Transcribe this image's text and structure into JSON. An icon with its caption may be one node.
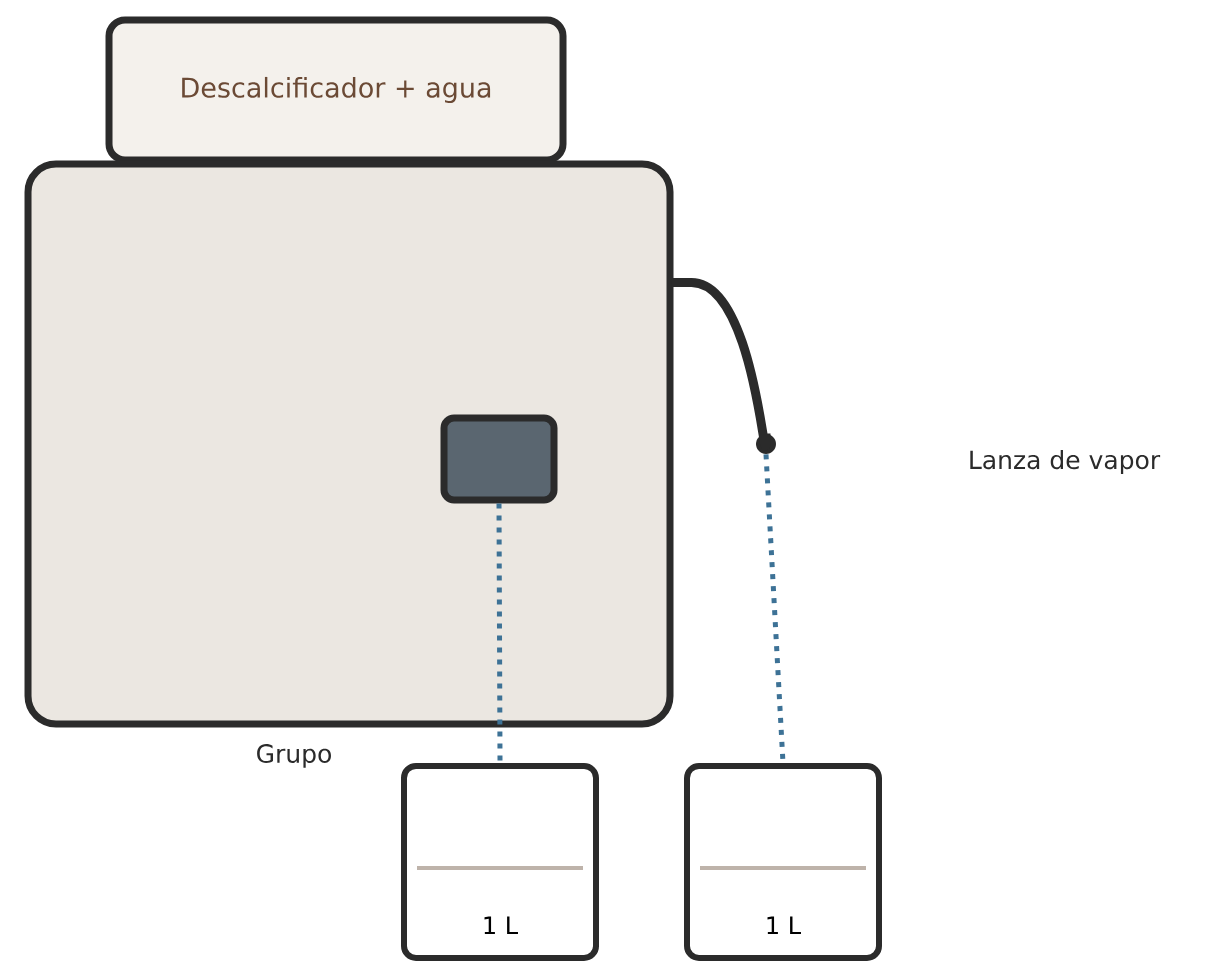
{
  "diagram": {
    "nodes": [
      {
        "text": [
          "Descalcificador + agua"
        ]
      },
      {
        "text": [],
        "shape": "box"
      },
      {
        "text": [],
        "shape": "box",
        "in": 1
      },
      {
        "text": [],
        "shape": "circle"
      },
      {
        "text": [
          "1 L"
        ]
      },
      {
        "text": [
          "1 L"
        ]
      }
    ],
    "edges": [
      {
        "from": 1,
        "to": 3,
        "arrow": "none",
        "style": "thick",
        "color": "#2b2b2b"
      },
      {
        "from": 2,
        "to": 4,
        "arrow": "none",
        "style": "dashed",
        "color": "#3d7296"
      },
      {
        "from": 3,
        "to": 5,
        "arrow": "none",
        "style": "dashed",
        "color": "#3d7296"
      }
    ],
    "labels": [
      "Grupo",
      "Lanza de vapor"
    ]
  }
}
